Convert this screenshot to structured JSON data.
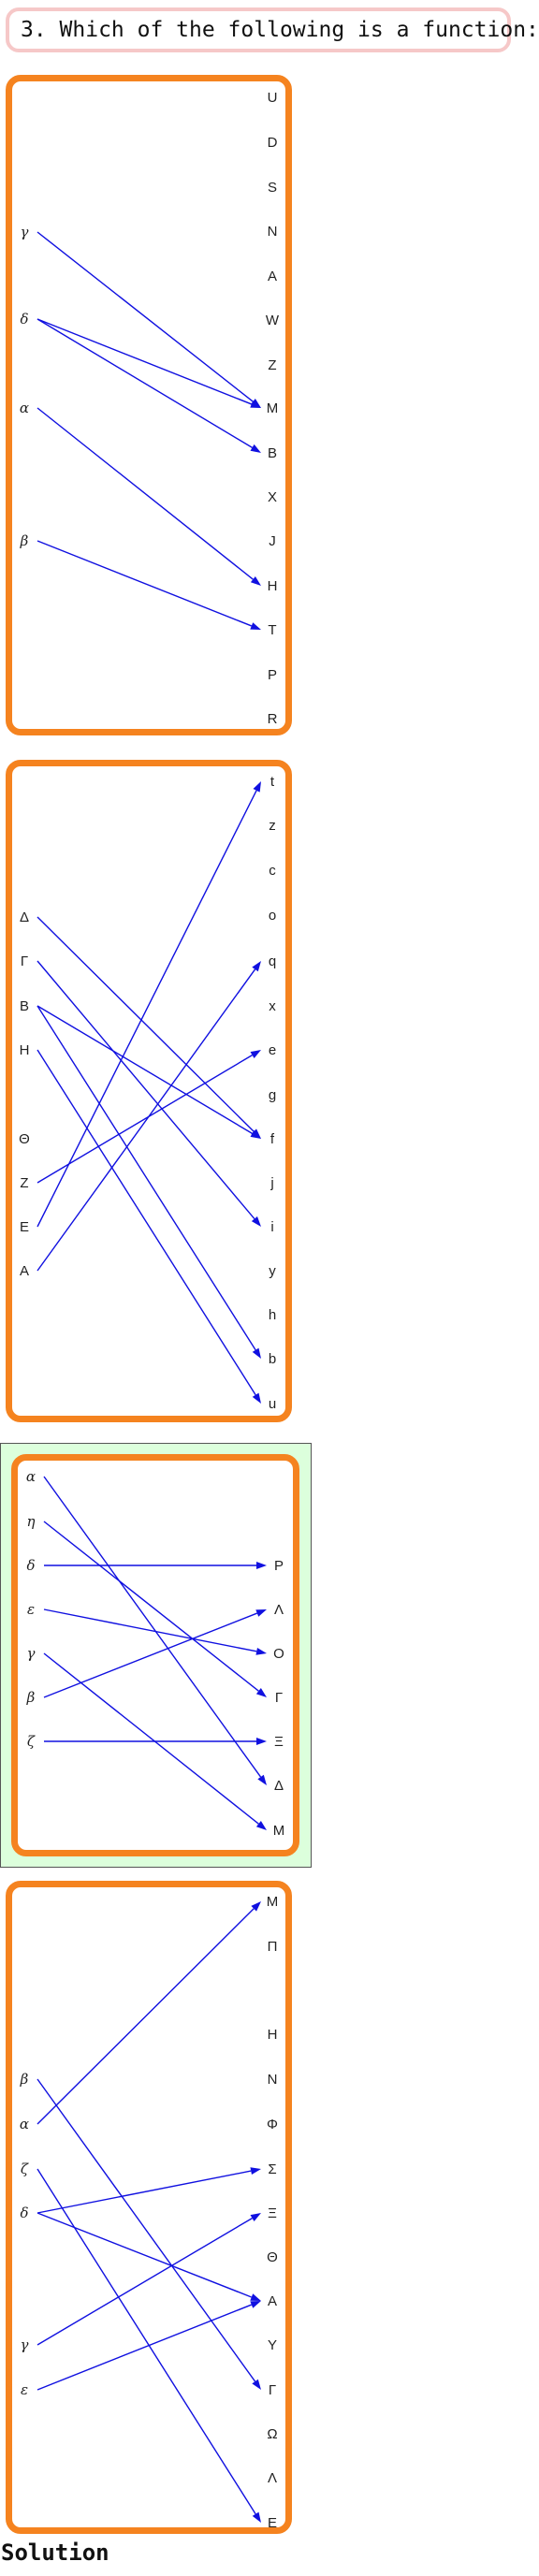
{
  "question": "3. Which of the following is a function:",
  "solution_label": "Solution",
  "colors": {
    "panel_border": "#f5831f",
    "arrow": "#1010e0",
    "correct_bg": "#dcffdc",
    "question_border": "#f6c8c8"
  },
  "diagrams": [
    {
      "name": "diagram-1",
      "correct": false,
      "domain_italic": true,
      "domain": [
        "γ",
        "δ",
        "α",
        "β"
      ],
      "codomain": [
        "U",
        "D",
        "S",
        "N",
        "A",
        "W",
        "Z",
        "M",
        "B",
        "X",
        "J",
        "H",
        "T",
        "P",
        "R"
      ],
      "mappings": [
        [
          "γ",
          "M"
        ],
        [
          "δ",
          "M"
        ],
        [
          "δ",
          "B"
        ],
        [
          "α",
          "H"
        ],
        [
          "β",
          "T"
        ]
      ]
    },
    {
      "name": "diagram-2",
      "correct": false,
      "domain_italic": false,
      "domain": [
        "Δ",
        "Γ",
        "B",
        "H",
        "Θ",
        "Z",
        "E",
        "A"
      ],
      "codomain": [
        "t",
        "z",
        "c",
        "o",
        "q",
        "x",
        "e",
        "g",
        "f",
        "j",
        "i",
        "y",
        "h",
        "b",
        "u"
      ],
      "mappings": [
        [
          "Δ",
          "f"
        ],
        [
          "Γ",
          "i"
        ],
        [
          "B",
          "f"
        ],
        [
          "B",
          "b"
        ],
        [
          "H",
          "u"
        ],
        [
          "Z",
          "e"
        ],
        [
          "E",
          "t"
        ],
        [
          "A",
          "q"
        ]
      ]
    },
    {
      "name": "diagram-3",
      "correct": true,
      "domain_italic": true,
      "domain": [
        "α",
        "η",
        "δ",
        "ε",
        "γ",
        "β",
        "ζ"
      ],
      "codomain": [
        "P",
        "Λ",
        "O",
        "Γ",
        "Ξ",
        "Δ",
        "M"
      ],
      "mappings": [
        [
          "α",
          "Δ"
        ],
        [
          "η",
          "Γ"
        ],
        [
          "δ",
          "P"
        ],
        [
          "ε",
          "O"
        ],
        [
          "γ",
          "M"
        ],
        [
          "β",
          "Λ"
        ],
        [
          "ζ",
          "Ξ"
        ]
      ]
    },
    {
      "name": "diagram-4",
      "correct": false,
      "domain_italic": true,
      "domain": [
        "β",
        "α",
        "ζ",
        "δ",
        "γ",
        "ε"
      ],
      "codomain": [
        "M",
        "Π",
        "H",
        "N",
        "Φ",
        "Σ",
        "Ξ",
        "Θ",
        "A",
        "Y",
        "Γ",
        "Ω",
        "Λ",
        "E"
      ],
      "mappings": [
        [
          "β",
          "Γ"
        ],
        [
          "α",
          "M"
        ],
        [
          "ζ",
          "E"
        ],
        [
          "δ",
          "Σ"
        ],
        [
          "δ",
          "A"
        ],
        [
          "γ",
          "Ξ"
        ],
        [
          "ε",
          "A"
        ]
      ]
    }
  ]
}
